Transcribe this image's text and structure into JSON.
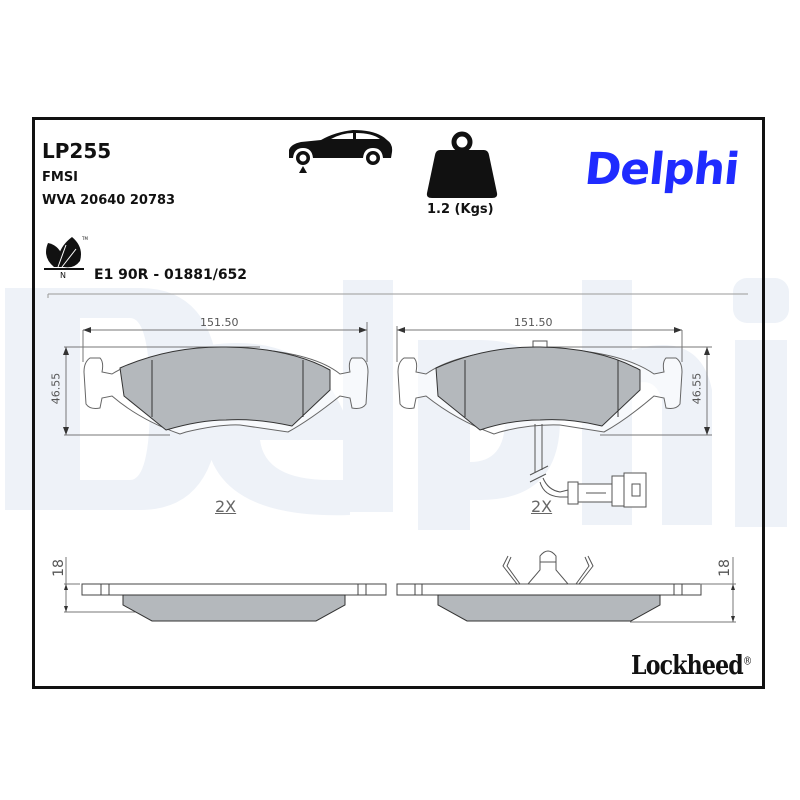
{
  "header": {
    "part_code": "LP255",
    "fmsi_label": "FMSI",
    "wva_label": "WVA 20640 20783",
    "weight": "1.2 (Kgs)",
    "brand": "Delphi",
    "approval": "E1 90R - 01881/652",
    "eco_icon_letter": "N",
    "icons": {
      "axle": "front-axle-car-icon",
      "weight": "weight-icon",
      "eco": "eco-leaf-icon"
    }
  },
  "drawing": {
    "left_pad": {
      "width_dim": "151.50",
      "height_dim": "46.55",
      "quantity": "2X"
    },
    "right_pad": {
      "width_dim": "151.50",
      "height_dim": "46.55",
      "quantity": "2X",
      "has_wear_sensor": true
    },
    "left_side_view": {
      "thickness_dim": "18"
    },
    "right_side_view": {
      "thickness_dim": "18"
    }
  },
  "footer": {
    "brand": "Lockheed",
    "registered": "®"
  },
  "colors": {
    "brand_blue": "#1f2bff",
    "watermark": "#eef2f8",
    "pad_fill": "#b4b8bc",
    "frame": "#111111"
  }
}
